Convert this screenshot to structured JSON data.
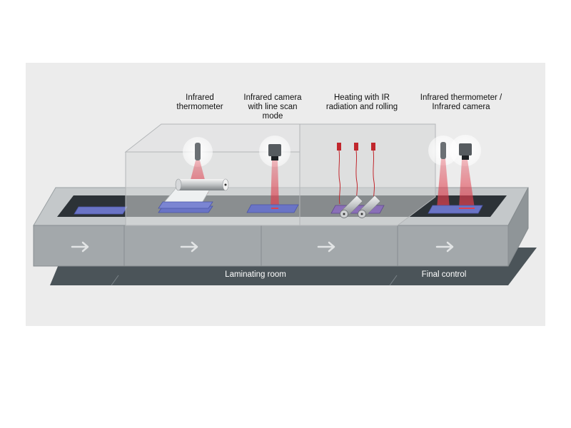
{
  "stations": {
    "ir_thermometer": "Infrared\nthermometer",
    "line_scan_camera": "Infrared camera\nwith line scan\nmode",
    "heating_rolling": "Heating with IR\nradiation and rolling",
    "final_sensors": "Infrared thermometer /\nInfrared camera"
  },
  "zones": {
    "laminating_room": "Laminating room",
    "final_control": "Final control"
  },
  "colors": {
    "background": "#ececec",
    "conveyor_front": "#a3a8ab",
    "conveyor_top": "#c4c8ca",
    "belt": "#2c3237",
    "floor": "#4b5459",
    "panel_blue": "#6a74c6",
    "panel_purple": "#8a6fb8",
    "beam_red": "#d9545f",
    "enclosure": "#d9dadb"
  },
  "icons": [
    "arrow-right-icon",
    "ir-thermometer-icon",
    "ir-camera-icon",
    "ir-emitter-icon",
    "roller-icon"
  ]
}
